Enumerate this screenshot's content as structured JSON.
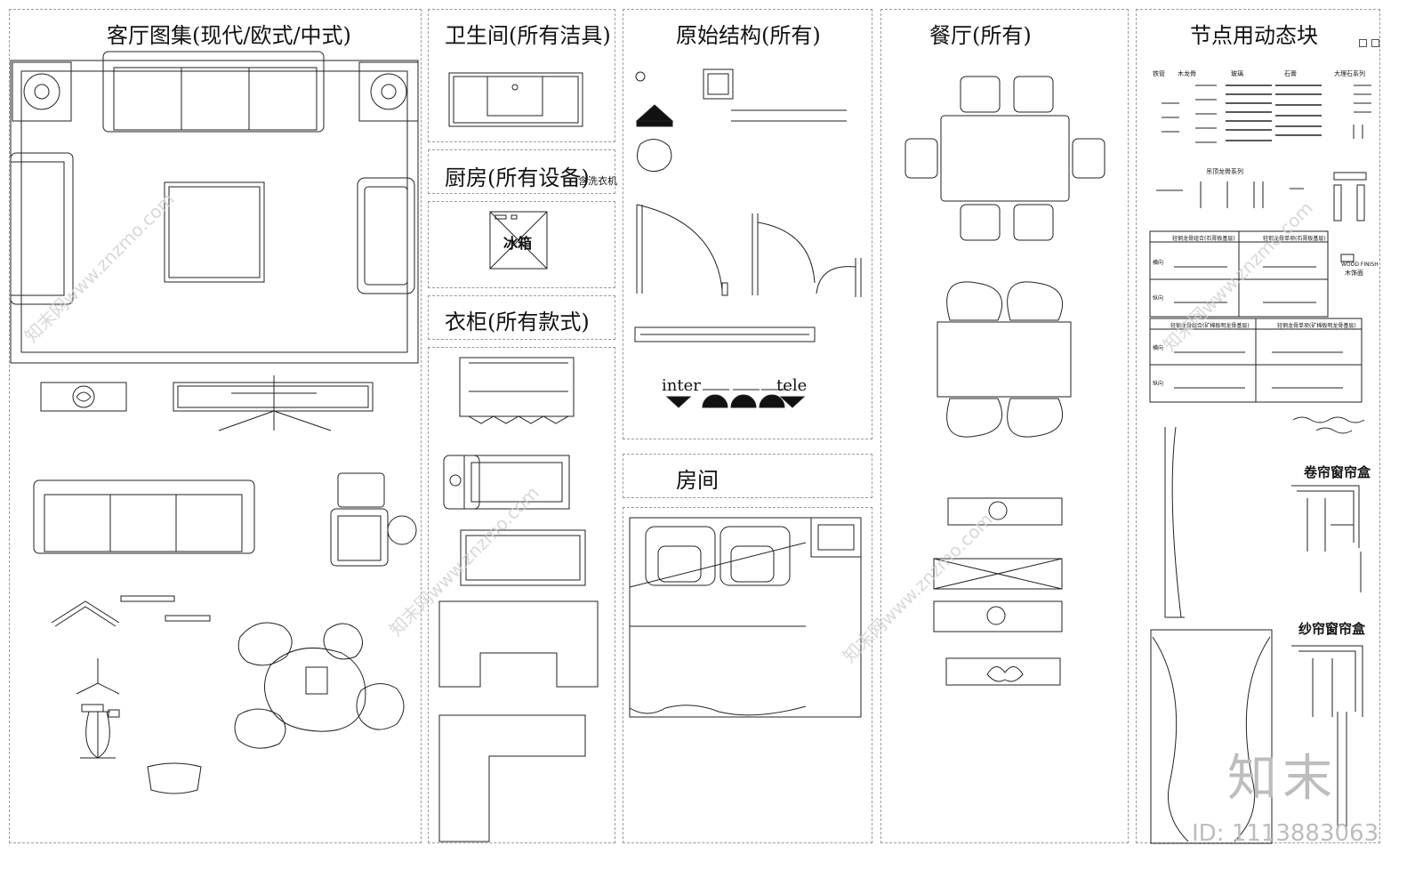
{
  "panels": {
    "living": {
      "title": "客厅图集(现代/欧式/中式)"
    },
    "bath": {
      "title": "卫生间(所有洁具)"
    },
    "kitchen": {
      "title": "厨房(所有设备)",
      "note": "含洗衣机",
      "fridge": "冰箱"
    },
    "wardrobe": {
      "title": "衣柜(所有款式)"
    },
    "structure": {
      "title": "原始结构(所有)",
      "inter": "inter",
      "tele": "tele"
    },
    "room": {
      "title": "房间"
    },
    "dining": {
      "title": "餐厅(所有)"
    },
    "nodes": {
      "title": "节点用动态块",
      "roller": "卷帘窗帘盒",
      "sheer": "纱帘窗帘盒",
      "headers": [
        "铁管",
        "木龙骨",
        "玻璃",
        "石膏",
        "大理石系列"
      ],
      "ceiling_series": "吊顶龙骨系列",
      "finish": "WOOD FINISH",
      "finish_cn": "木饰面",
      "tbl1_a": "轻钢龙骨组合(石膏板基层)",
      "tbl1_b": "轻钢龙骨单项(石膏板基层)",
      "tbl2_a": "轻钢龙骨组合(矿棉板明龙骨基层)",
      "tbl2_b": "轻钢龙骨单项(矿棉板明龙骨基层)",
      "row_h": "横向",
      "row_v": "纵向"
    }
  },
  "watermark": {
    "logo": "知末",
    "id": "ID: 1113883063",
    "site": "知末网www.znzmo.com"
  }
}
